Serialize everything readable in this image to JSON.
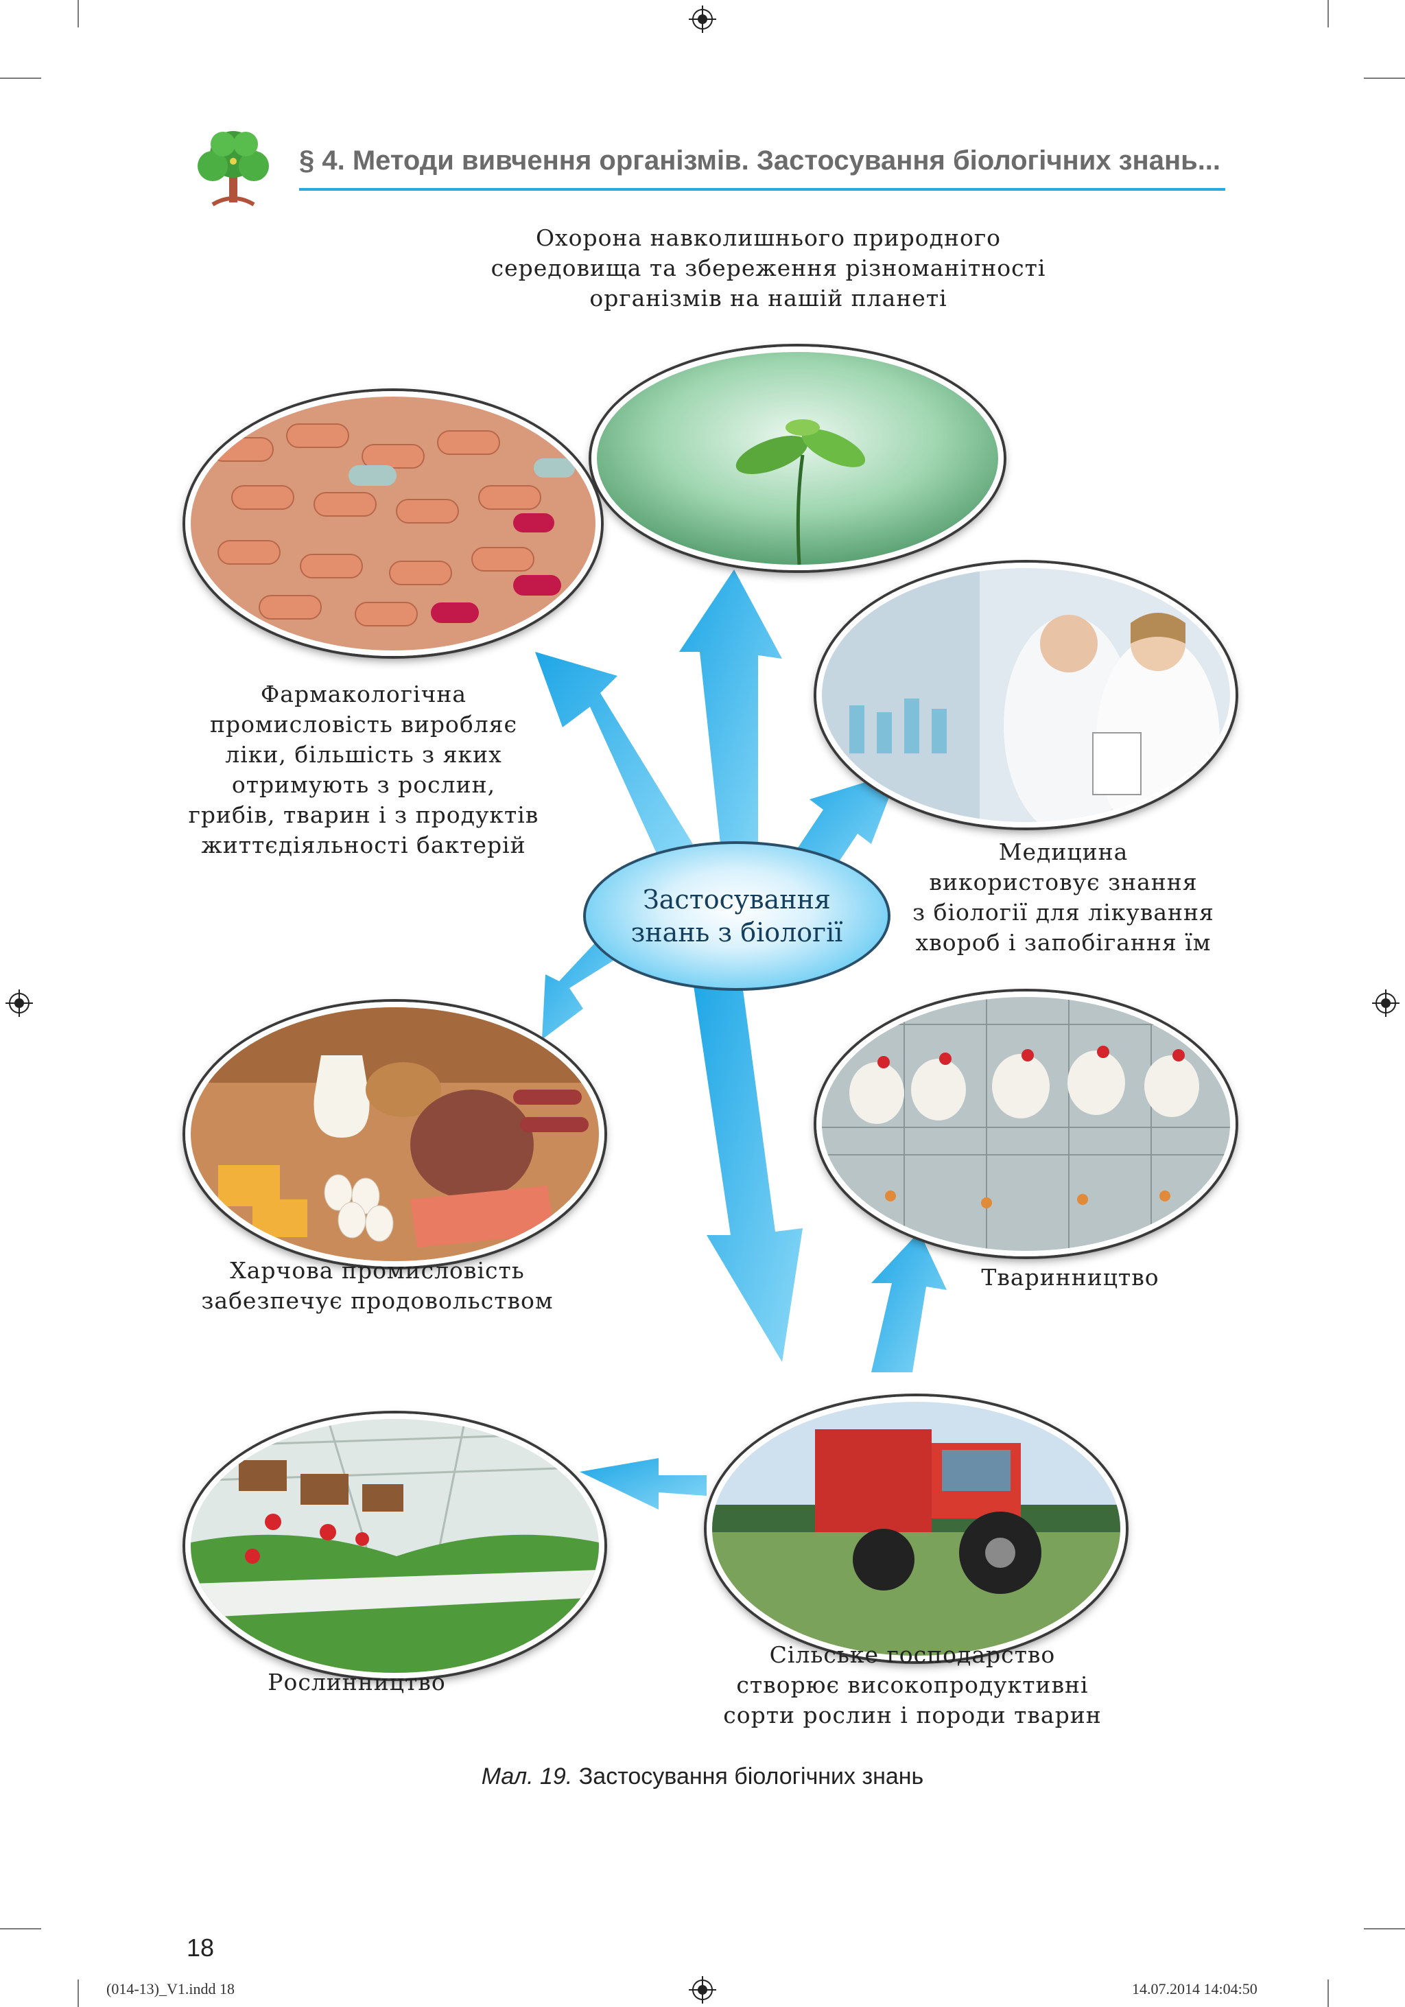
{
  "header": {
    "title": "§ 4. Методи вивчення організмів. Застосування біологічних знань..."
  },
  "center_node": {
    "line1": "Застосування",
    "line2": "знань з біології"
  },
  "nodes": {
    "environment": {
      "caption": [
        "Охорона навколишнього природного",
        "середовища та збереження різноманітності",
        "організмів на нашій планеті"
      ]
    },
    "pharmacology": {
      "caption": [
        "Фармакологічна",
        "промисловість виробляє",
        "ліки, більшість з яких",
        "отримують з рослин,",
        "грибів, тварин і з продуктів",
        "життєдіяльності бактерій"
      ]
    },
    "medicine": {
      "caption": [
        "Медицина",
        "використовує знання",
        "з біології для лікування",
        "хвороб і запобігання їм"
      ]
    },
    "food": {
      "caption": [
        "Харчова промисловість",
        "забезпечує продовольством"
      ]
    },
    "livestock": {
      "caption": [
        "Тваринництво"
      ]
    },
    "crops": {
      "caption": [
        "Рослинництво"
      ]
    },
    "agriculture": {
      "caption": [
        "Сільське господарство",
        "створює високопродуктивні",
        "сорти рослин і породи тварин"
      ]
    }
  },
  "figure": {
    "label": "Мал. 19.",
    "text": " Застосування біологічних знань"
  },
  "page_number": "18",
  "footer": {
    "file": "(014-13)_V1.indd   18",
    "timestamp": "14.07.2014   14:04:50"
  },
  "colors": {
    "accent": "#29a9dc",
    "arrow": "#35b5ee",
    "header_text": "#6b6b6b"
  }
}
